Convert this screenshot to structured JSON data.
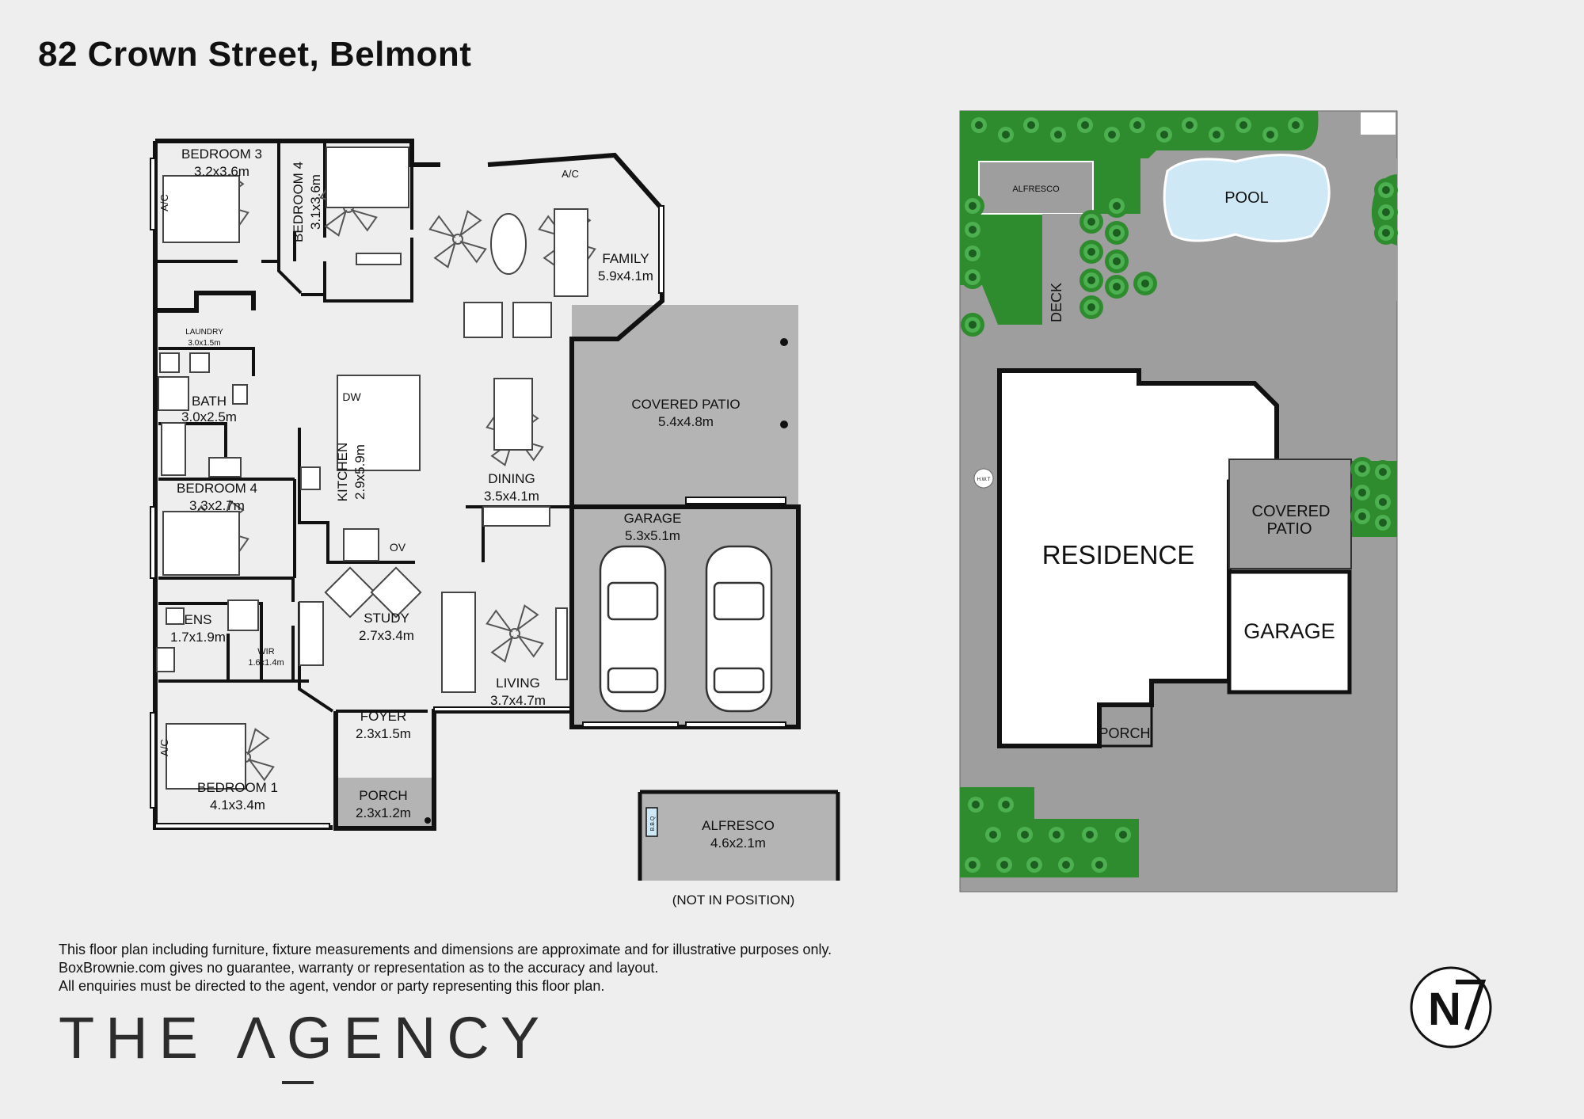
{
  "page": {
    "title": "82 Crown Street, Belmont"
  },
  "floorplan": {
    "rooms": [
      {
        "name": "BEDROOM 3",
        "size": "3.2x3.6m"
      },
      {
        "name": "BEDROOM 4",
        "size": "3.1x3.6m"
      },
      {
        "name": "FAMILY",
        "size": "5.9x4.1m"
      },
      {
        "name": "LAUNDRY",
        "size": "3.0x1.5m"
      },
      {
        "name": "BATH",
        "size": "3.0x2.5m"
      },
      {
        "name": "KITCHEN",
        "size": "2.9x5.9m"
      },
      {
        "name": "DINING",
        "size": "3.5x4.1m"
      },
      {
        "name": "COVERED PATIO",
        "size": "5.4x4.8m"
      },
      {
        "name": "BEDROOM 4",
        "size": "3.3x2.7m"
      },
      {
        "name": "GARAGE",
        "size": "5.3x5.1m"
      },
      {
        "name": "ENS",
        "size": "1.7x1.9m"
      },
      {
        "name": "WIR",
        "size": "1.6x1.4m"
      },
      {
        "name": "STUDY",
        "size": "2.7x3.4m"
      },
      {
        "name": "LIVING",
        "size": "3.7x4.7m"
      },
      {
        "name": "FOYER",
        "size": "2.3x1.5m"
      },
      {
        "name": "BEDROOM 1",
        "size": "4.1x3.4m"
      },
      {
        "name": "PORCH",
        "size": "2.3x1.2m"
      },
      {
        "name": "ALFRESCO",
        "size": "4.6x2.1m"
      }
    ],
    "fixtures": {
      "ac": "A/C",
      "dw": "DW",
      "ov": "OV",
      "bbq": "B.B.Q"
    },
    "alfresco_note": "(NOT IN POSITION)"
  },
  "siteplan": {
    "labels": {
      "alfresco": "ALFRESCO",
      "pool": "POOL",
      "deck": "DECK",
      "residence": "RESIDENCE",
      "covered_patio_1": "COVERED",
      "covered_patio_2": "PATIO",
      "garage": "GARAGE",
      "porch": "PORCH",
      "hwt": "H.W.T"
    }
  },
  "disclaimer": {
    "line1": "This floor plan including furniture, fixture measurements and dimensions are approximate and for illustrative purposes only.",
    "line2": "BoxBrownie.com gives no guarantee, warranty or representation as to the accuracy and layout.",
    "line3": "All enquiries must be directed to the agent, vendor or party representing this floor plan."
  },
  "brand": {
    "name": "THE ΛGENCY"
  },
  "compass": {
    "label": "N"
  },
  "colors": {
    "background": "#eeeeee",
    "walls": "#111111",
    "outdoor": "#b4b4b4",
    "site_ground": "#9e9e9e",
    "grass": "#2e8b2e",
    "pool": "#cfe8f5"
  }
}
